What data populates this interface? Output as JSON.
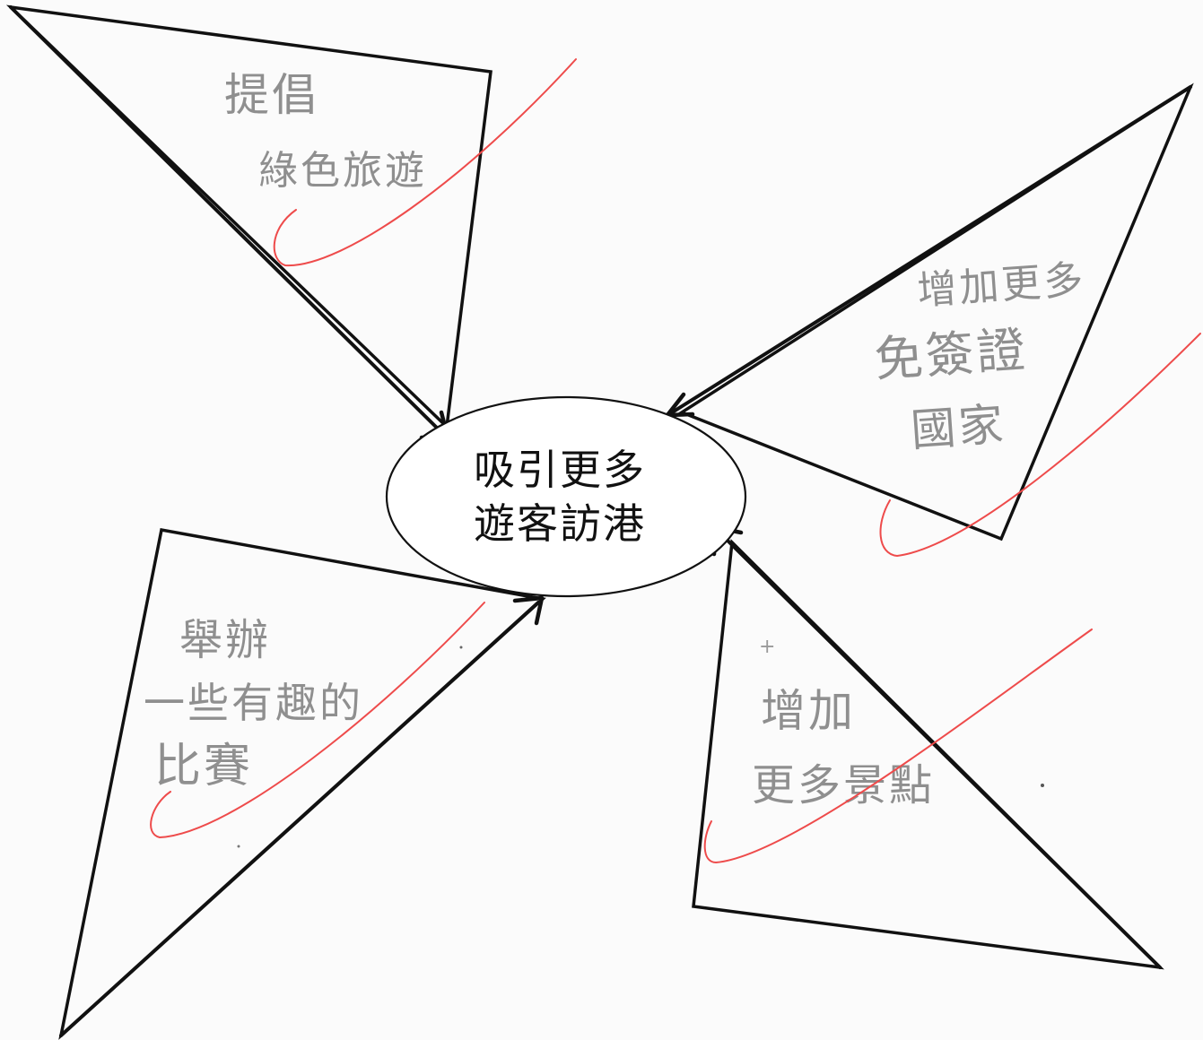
{
  "center": {
    "line1": "吸引更多",
    "line2": "遊客訪港"
  },
  "ideas": {
    "top_left": {
      "line1": "提倡",
      "line2": "綠色旅遊"
    },
    "top_right": {
      "line1": "增加更多",
      "line2": "免簽證",
      "line3": "國家"
    },
    "bottom_left": {
      "line1": "舉辦",
      "line2": "一些有趣的",
      "line3": "比賽"
    },
    "bottom_right": {
      "line1": "增加",
      "line2": "更多景點"
    }
  },
  "colors": {
    "outline": "#111111",
    "pencil_text": "#8f8f8f",
    "teacher_mark": "#ee4b4b",
    "paper": "#fbfbfb"
  }
}
